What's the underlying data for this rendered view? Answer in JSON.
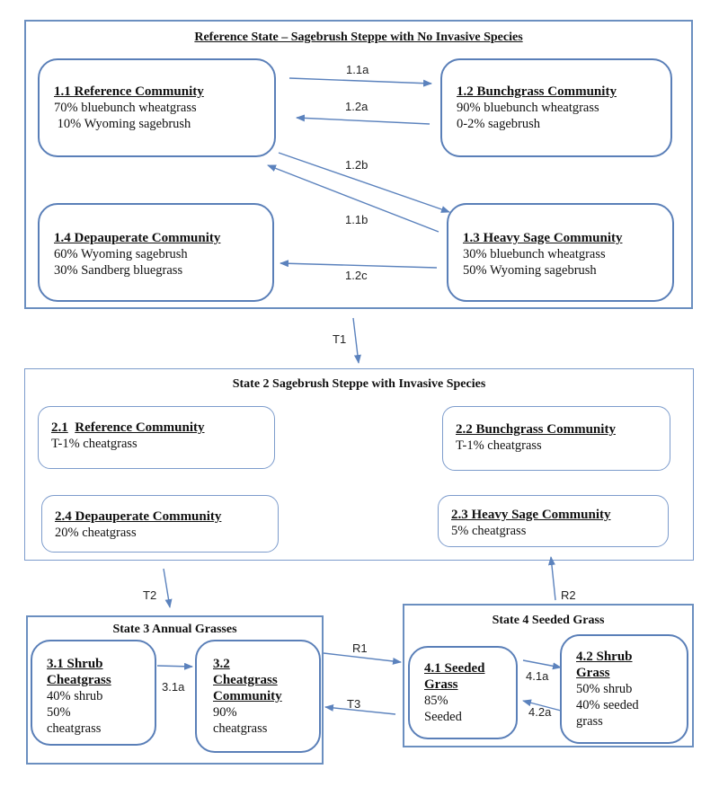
{
  "state1": {
    "title": "Reference State – Sagebrush Steppe with No Invasive Species",
    "c11": {
      "name": "1.1 Reference Community",
      "l1": "70% bluebunch wheatgrass",
      "l2": " 10% Wyoming sagebrush"
    },
    "c12": {
      "name": "1.2 Bunchgrass Community",
      "l1": "90% bluebunch wheatgrass",
      "l2": "0-2% sagebrush"
    },
    "c13": {
      "name": "1.3 Heavy Sage Community",
      "l1": "30% bluebunch wheatgrass",
      "l2": "50% Wyoming sagebrush"
    },
    "c14": {
      "name": "1.4 Depauperate Community",
      "l1": "60% Wyoming sagebrush",
      "l2": "30% Sandberg bluegrass"
    }
  },
  "state2": {
    "title": "State 2 Sagebrush Steppe with Invasive Species",
    "c21": {
      "num": "2.1",
      "name": "Reference Community",
      "l1": "T-1% cheatgrass"
    },
    "c22": {
      "name": "2.2 Bunchgrass Community",
      "l1": "T-1% cheatgrass"
    },
    "c23": {
      "name": "2.3 Heavy Sage Community",
      "l1": "5% cheatgrass"
    },
    "c24": {
      "name": "2.4 Depauperate Community",
      "l1": "20% cheatgrass"
    }
  },
  "state3": {
    "title": "State 3 Annual Grasses",
    "c31": {
      "n1": "3.1 Shrub",
      "n2": "Cheatgrass",
      "l1": "40% shrub",
      "l2": "50%",
      "l3": "cheatgrass"
    },
    "c32": {
      "n1": "3.2",
      "n2": "Cheatgrass",
      "n3": "Community",
      "l1": "90%",
      "l2": "cheatgrass"
    }
  },
  "state4": {
    "title": "State 4 Seeded Grass",
    "c41": {
      "n1": "4.1 Seeded",
      "n2": "Grass",
      "l1": "85%",
      "l2": "Seeded"
    },
    "c42": {
      "n1": "4.2 Shrub",
      "n2": "Grass",
      "l1": "50% shrub",
      "l2": "40% seeded",
      "l3": "grass"
    }
  },
  "arrows": {
    "a11a": "1.1a",
    "a12a": "1.2a",
    "a12b": "1.2b",
    "a11b": "1.1b",
    "a12c": "1.2c",
    "t1": "T1",
    "t2": "T2",
    "r2": "R2",
    "r1": "R1",
    "t3": "T3",
    "a31a": "3.1a",
    "a41a": "4.1a",
    "a42a": "4.2a"
  },
  "colors": {
    "border": "#5a7fb8",
    "arrow": "#5b82bd"
  }
}
